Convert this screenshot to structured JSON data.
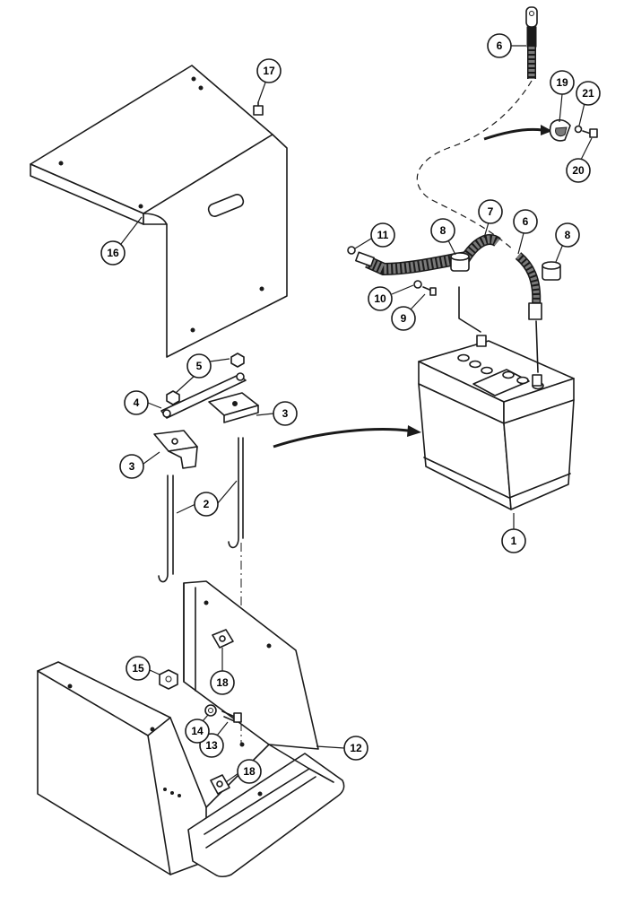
{
  "diagram": {
    "callouts": [
      {
        "id": "c1",
        "label": "1"
      },
      {
        "id": "c2",
        "label": "2"
      },
      {
        "id": "c3a",
        "label": "3"
      },
      {
        "id": "c3b",
        "label": "3"
      },
      {
        "id": "c4",
        "label": "4"
      },
      {
        "id": "c5",
        "label": "5"
      },
      {
        "id": "c6a",
        "label": "6"
      },
      {
        "id": "c6b",
        "label": "6"
      },
      {
        "id": "c7",
        "label": "7"
      },
      {
        "id": "c8a",
        "label": "8"
      },
      {
        "id": "c8b",
        "label": "8"
      },
      {
        "id": "c9",
        "label": "9"
      },
      {
        "id": "c10",
        "label": "10"
      },
      {
        "id": "c11",
        "label": "11"
      },
      {
        "id": "c12",
        "label": "12"
      },
      {
        "id": "c13",
        "label": "13"
      },
      {
        "id": "c14",
        "label": "14"
      },
      {
        "id": "c15",
        "label": "15"
      },
      {
        "id": "c16",
        "label": "16"
      },
      {
        "id": "c17",
        "label": "17"
      },
      {
        "id": "c18a",
        "label": "18"
      },
      {
        "id": "c18b",
        "label": "18"
      },
      {
        "id": "c19",
        "label": "19"
      },
      {
        "id": "c20",
        "label": "20"
      },
      {
        "id": "c21",
        "label": "21"
      }
    ],
    "colors": {
      "line": "#1a1a1a",
      "background": "#ffffff",
      "cable": "#7a7a7a"
    }
  }
}
